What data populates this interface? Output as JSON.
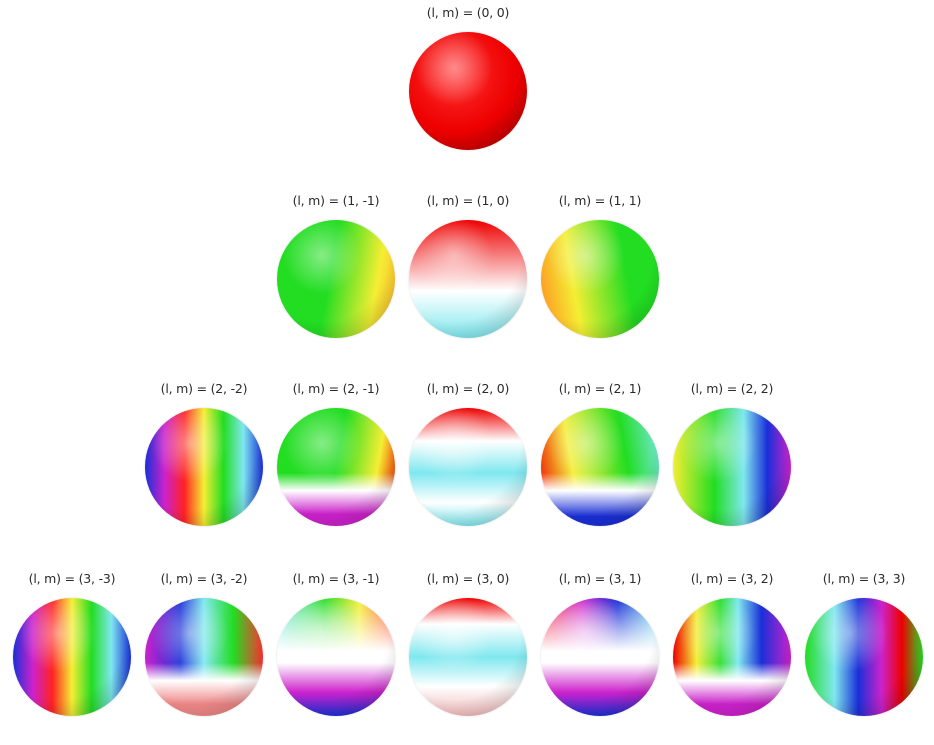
{
  "rows": [
    {
      "degree": 0,
      "items": [
        {
          "label": "(l, m) = (0, 0)",
          "pattern": "monopole"
        }
      ]
    },
    {
      "degree": 1,
      "items": [
        {
          "label": "(l, m) = (1, -1)",
          "pattern": "azimuthal-1a"
        },
        {
          "label": "(l, m) = (1, 0)",
          "pattern": "zonal-1"
        },
        {
          "label": "(l, m) = (1, 1)",
          "pattern": "azimuthal-1b"
        }
      ]
    },
    {
      "degree": 2,
      "items": [
        {
          "label": "(l, m) = (2, -2)",
          "pattern": "azimuthal-2a"
        },
        {
          "label": "(l, m) = (2, -1)",
          "pattern": "tesseral-2a"
        },
        {
          "label": "(l, m) = (2, 0)",
          "pattern": "zonal-2"
        },
        {
          "label": "(l, m) = (2, 1)",
          "pattern": "tesseral-2b"
        },
        {
          "label": "(l, m) = (2, 2)",
          "pattern": "azimuthal-2b"
        }
      ]
    },
    {
      "degree": 3,
      "items": [
        {
          "label": "(l, m) = (3, -3)",
          "pattern": "azimuthal-3a"
        },
        {
          "label": "(l, m) = (3, -2)",
          "pattern": "tesseral-3a"
        },
        {
          "label": "(l, m) = (3, -1)",
          "pattern": "tesseral-3b"
        },
        {
          "label": "(l, m) = (3, 0)",
          "pattern": "zonal-3"
        },
        {
          "label": "(l, m) = (3, 1)",
          "pattern": "tesseral-3c"
        },
        {
          "label": "(l, m) = (3, 2)",
          "pattern": "tesseral-3d"
        },
        {
          "label": "(l, m) = (3, 3)",
          "pattern": "azimuthal-3b"
        }
      ]
    }
  ],
  "colors": {
    "background": "#ffffff",
    "label_text": "#2a2a2a",
    "red": "#ee0000",
    "white": "#ffffff",
    "cyan": "#7fe8ef",
    "green": "#22dd22",
    "yellow": "#f4ee33",
    "blue": "#1a2fd8",
    "magenta": "#cc22cc"
  }
}
